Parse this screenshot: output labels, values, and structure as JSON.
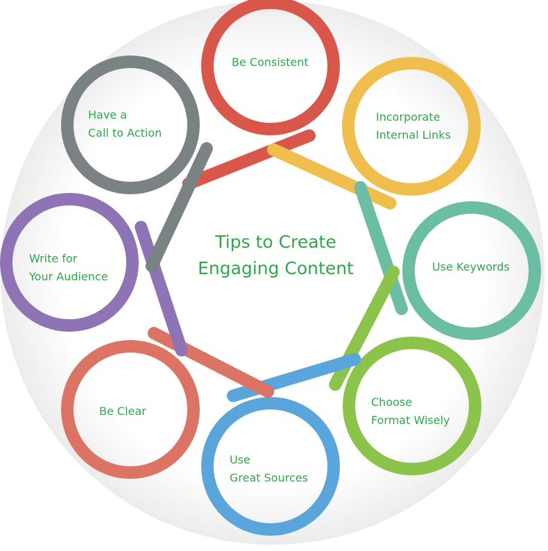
{
  "diagram": {
    "title_lines": [
      "Tips to Create",
      "Engaging Content"
    ],
    "title_color": "#2fa84a",
    "label_color": "#2fa84a",
    "tips": [
      {
        "id": "be-consistent",
        "lines": [
          "Be Consistent"
        ],
        "color": "#d9574a"
      },
      {
        "id": "incorporate-internal-links",
        "lines": [
          "Incorporate",
          "Internal Links"
        ],
        "color": "#efbe4c"
      },
      {
        "id": "use-keywords",
        "lines": [
          "Use Keywords"
        ],
        "color": "#6bbea3"
      },
      {
        "id": "choose-format-wisely",
        "lines": [
          "Choose",
          "Format Wisely"
        ],
        "color": "#8cc34a"
      },
      {
        "id": "use-great-sources",
        "lines": [
          "Use",
          "Great Sources"
        ],
        "color": "#5aa5dc"
      },
      {
        "id": "be-clear",
        "lines": [
          "Be Clear"
        ],
        "color": "#dc7466"
      },
      {
        "id": "write-for-your-audience",
        "lines": [
          "Write for",
          "Your Audience"
        ],
        "color": "#8e74b5"
      },
      {
        "id": "have-a-call-to-action",
        "lines": [
          "Have a",
          "Call to Action"
        ],
        "color": "#7b8284"
      }
    ]
  }
}
